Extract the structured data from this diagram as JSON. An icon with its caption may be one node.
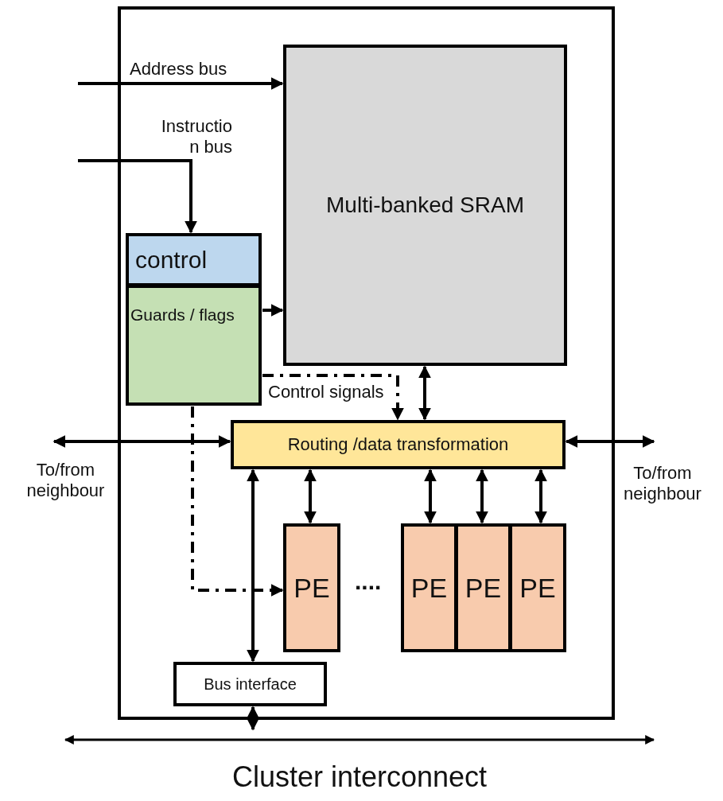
{
  "diagram": {
    "nodes": [
      {
        "text": [],
        "shape": "box"
      },
      {
        "text": [
          "Multi-banked SRAM"
        ],
        "in": 0
      },
      {
        "text": [
          "control"
        ],
        "in": 0
      },
      {
        "text": [
          "Guards / flags"
        ],
        "in": 0
      },
      {
        "text": [
          "Routing /data transformation"
        ],
        "in": 0
      },
      {
        "text": [
          "PE"
        ],
        "in": 0
      },
      {
        "text": [
          "PE"
        ],
        "in": 0
      },
      {
        "text": [
          "PE"
        ],
        "in": 0
      },
      {
        "text": [
          "PE"
        ],
        "in": 0
      },
      {
        "text": [
          "Bus interface"
        ],
        "in": 0
      },
      {
        "text": [
          "Cluster interconnect"
        ]
      }
    ],
    "edges": [
      {
        "from": null,
        "to": 1,
        "arrow": "to",
        "label": "Address bus"
      },
      {
        "from": null,
        "to": 2,
        "arrow": "to",
        "label": "Instructio n bus"
      },
      {
        "from": 3,
        "to": 1,
        "arrow": "to"
      },
      {
        "from": 3,
        "to": 4,
        "arrow": "to",
        "label": "Control signals",
        "style": "dashed"
      },
      {
        "from": 1,
        "to": 4,
        "arrow": "both"
      },
      {
        "from": null,
        "to": 4,
        "arrow": "both",
        "label": "To/from neighbour"
      },
      {
        "from": 4,
        "to": null,
        "arrow": "both",
        "label": "To/from neighbour"
      },
      {
        "from": 4,
        "to": 5,
        "arrow": "both"
      },
      {
        "from": 4,
        "to": 6,
        "arrow": "both"
      },
      {
        "from": 4,
        "to": 7,
        "arrow": "both"
      },
      {
        "from": 4,
        "to": 8,
        "arrow": "both"
      },
      {
        "from": 3,
        "to": 5,
        "arrow": "to",
        "style": "dashed"
      },
      {
        "from": 4,
        "to": 9,
        "arrow": "both"
      },
      {
        "from": 9,
        "to": 10,
        "arrow": "both"
      }
    ],
    "labels": [
      "...."
    ]
  }
}
